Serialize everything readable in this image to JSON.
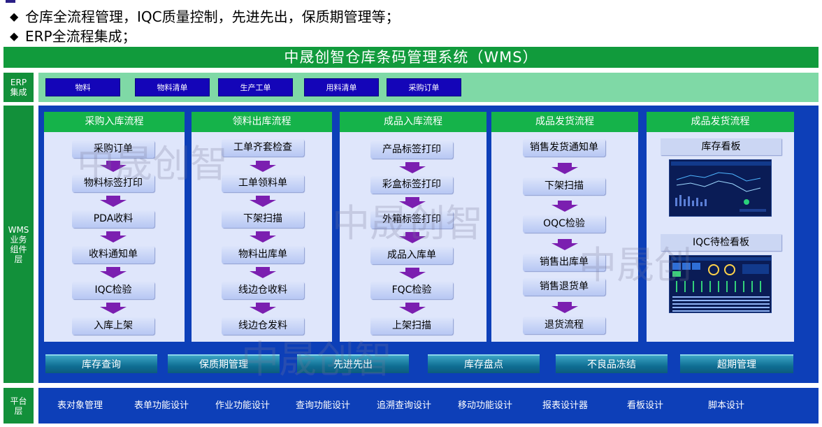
{
  "bullets": [
    "仓库全流程管理，IQC质量控制，先进先出，保质期管理等；",
    "ERP全流程集成；"
  ],
  "bullet_symbol": "◆",
  "title": "中晟创智仓库条码管理系统（WMS）",
  "sides": {
    "erp": [
      "ERP",
      "集成"
    ],
    "wms": [
      "WMS",
      "业务",
      "组件",
      "层"
    ],
    "platform": [
      "平台",
      "层"
    ]
  },
  "erp_items": [
    "物料",
    "物料清单",
    "生产工单",
    "用料清单",
    "采购订单"
  ],
  "columns": [
    {
      "title": "采购入库流程",
      "steps": [
        "采购订单",
        "物料标签打印",
        "PDA收料",
        "收料通知单",
        "IQC检验",
        "入库上架"
      ]
    },
    {
      "title": "领料出库流程",
      "steps": [
        "工单齐套检查",
        "工单领料单",
        "下架扫描",
        "物料出库单",
        "线边仓收料",
        "线边仓发料"
      ]
    },
    {
      "title": "成品入库流程",
      "steps": [
        "产品标签打印",
        "彩盒标签打印",
        "外箱标签打印",
        "成品入库单",
        "FQC检验",
        "上架扫描"
      ]
    },
    {
      "title": "成品发货流程",
      "steps": [
        "销售发货通知单",
        "下架扫描",
        "OQC检验",
        "销售出库单",
        "销售退货单",
        "退货流程"
      ]
    }
  ],
  "dashboards": {
    "title": "成品发货流程",
    "items": [
      "库存看板",
      "IQC待检看板"
    ]
  },
  "bottom_items": [
    "库存查询",
    "保质期管理",
    "先进先出",
    "库存盘点",
    "不良品冻结",
    "超期管理"
  ],
  "platform_items": [
    "表对象管理",
    "表单功能设计",
    "作业功能设计",
    "查询功能设计",
    "追溯查询设计",
    "移动功能设计",
    "报表设计器",
    "看板设计",
    "脚本设计"
  ],
  "watermark": [
    "中晟创智",
    "中晟创智",
    "中晟创",
    "中晟创智"
  ],
  "colors": {
    "title_green": "#119b3c",
    "column_head": "#15b34a",
    "erp_bg": "#7fd9a6",
    "erp_button": "#1405b8",
    "wms_bg": "#0d3fb8",
    "arrow": "#7b1fb0",
    "bottom_button": "#0f6e93"
  }
}
